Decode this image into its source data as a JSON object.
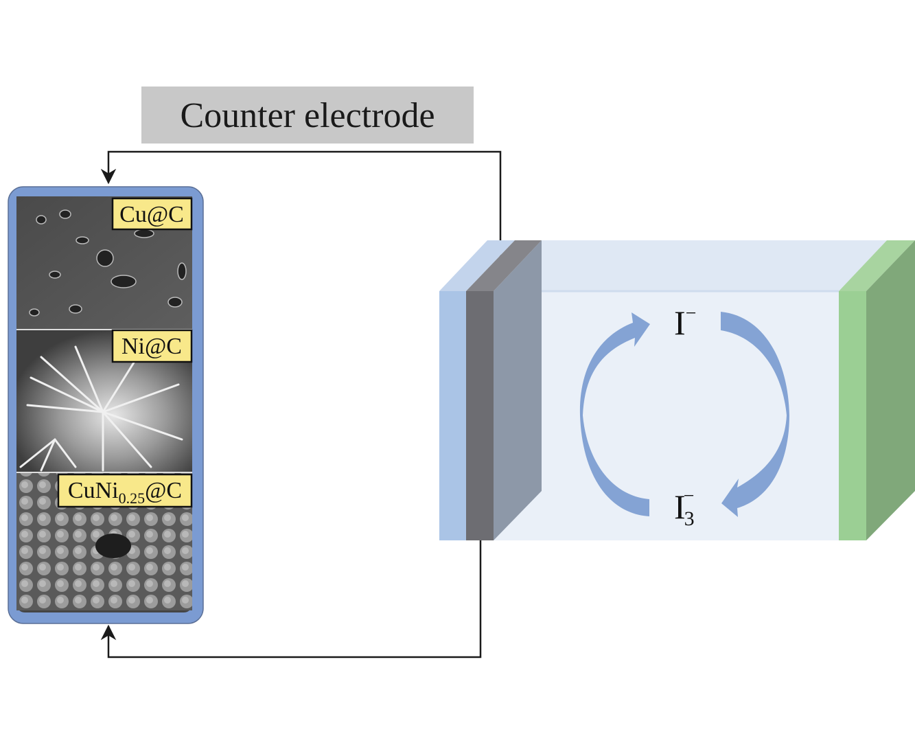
{
  "title": "Counter electrode",
  "samples": [
    {
      "label": "Cu@C"
    },
    {
      "label": "Ni@C"
    },
    {
      "label_main": "CuNi",
      "label_sub": "0.25",
      "label_tail": "@C"
    }
  ],
  "species": {
    "iodide": {
      "base": "I",
      "sup": "−"
    },
    "triiodide": {
      "base": "I",
      "sub": "3",
      "sup": "−"
    }
  },
  "colors": {
    "title_box": "#c8c8c8",
    "panel_border": "#7b9bd2",
    "label_box": "#f8e88a",
    "electrolyte": "#eaf0f8",
    "cycle_arrows": "#84a3d4",
    "glass": "#aac4e6",
    "electrode_dark": "#6d6d72",
    "electrode_plate": "#8d98a8",
    "green_front": "#9bcf94",
    "green_side": "#80a87a"
  }
}
